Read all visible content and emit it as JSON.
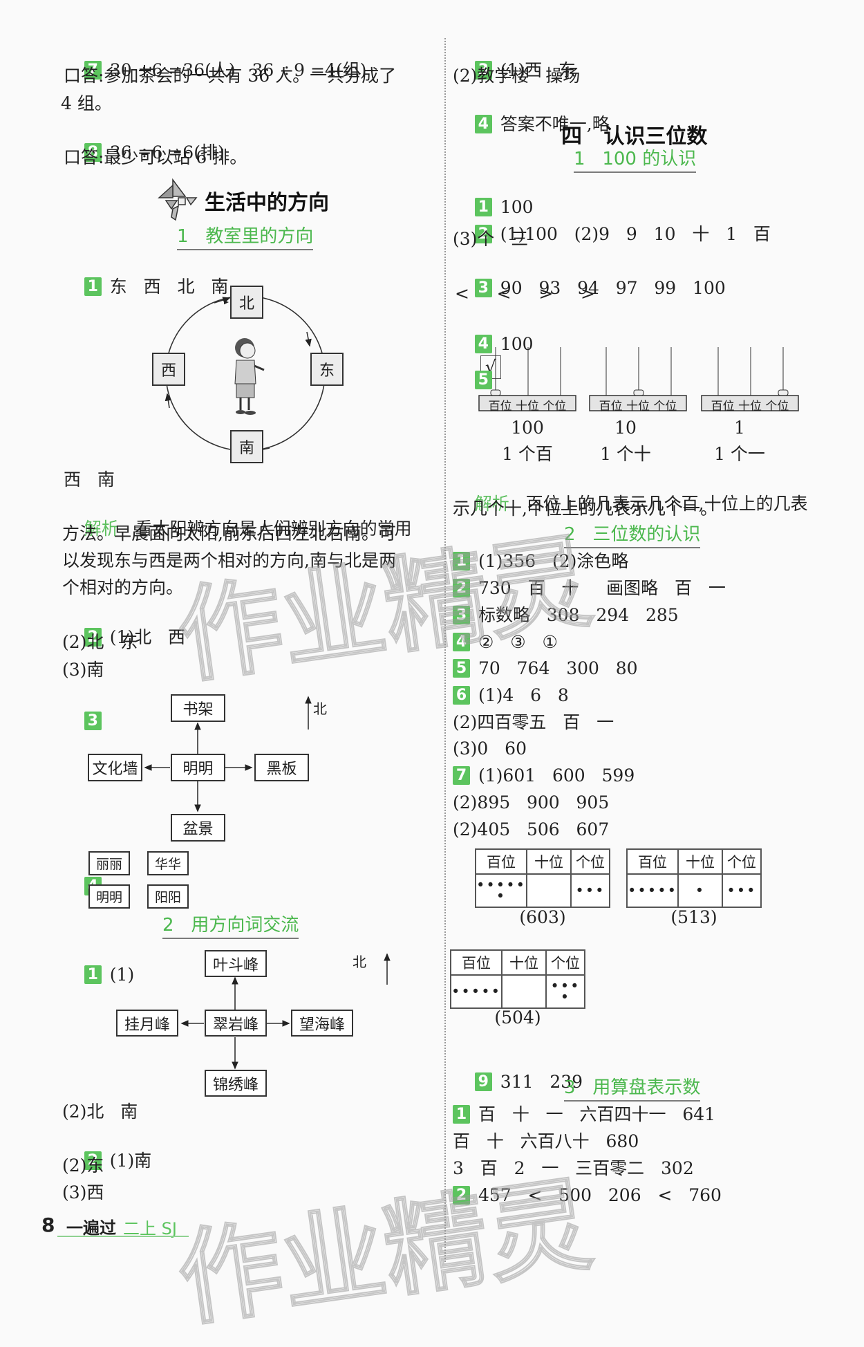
{
  "colors": {
    "accent_green": "#5cc45e",
    "text": "#222222"
  },
  "left": {
    "q7": {
      "badge": "7",
      "eq": "30 +6 =36(人)   36 ÷9 =4(组)",
      "answer1": "口答:参加茶会的一共有 36 人。一共分成了",
      "answer2": "4 组。"
    },
    "q8": {
      "badge": "8",
      "eq": "36 ÷6 =6(排)",
      "answer": "口答:最少可以站 6 排。"
    },
    "unit_title": "生活中的方向",
    "unit_icon": "tangram-icon",
    "sec1": {
      "title": "1   教室里的方向",
      "q1": {
        "badge": "1",
        "text": "东   西   北   南"
      },
      "compass": {
        "north": "北",
        "south": "南",
        "east": "东",
        "west": "西"
      },
      "q1_after": "西   南",
      "analysis_label": "解析",
      "analysis_lines": [
        "   看太阳辨方向是人们辨别方向的常用",
        "方法。早晨面向太阳,前东后西左北右南。可",
        "以发现东与西是两个相对的方向,南与北是两",
        "个相对的方向。"
      ],
      "q2": {
        "badge": "2",
        "lines": [
          "(1)北   西",
          "(2)北   东",
          "(3)南"
        ]
      },
      "q3": {
        "badge": "3",
        "center": "明明",
        "north": "书架",
        "west": "文化墙",
        "east": "黑板",
        "south": "盆景",
        "north_label": "北"
      },
      "q4": {
        "badge": "4",
        "names": [
          "丽丽",
          "华华",
          "明明",
          "阳阳"
        ]
      }
    },
    "sec2": {
      "title": "2   用方向词交流",
      "q1": {
        "badge": "1",
        "label": "(1)",
        "center": "翠岩峰",
        "north": "叶斗峰",
        "west": "挂月峰",
        "east": "望海峰",
        "south": "锦绣峰",
        "north_label": "北",
        "part2": "(2)北   南"
      },
      "q2": {
        "badge": "2",
        "lines": [
          "(1)南",
          "(2)东",
          "(3)西"
        ]
      }
    }
  },
  "right": {
    "q3": {
      "badge": "3",
      "lines": [
        "(1)西   东",
        "(2)教学楼   操场"
      ]
    },
    "q4": {
      "badge": "4",
      "text": "答案不唯一,略"
    },
    "chapter_title": "四   认识三位数",
    "sec1": {
      "title": "1   100 的认识",
      "q1": {
        "badge": "1",
        "text": "100"
      },
      "q2": {
        "badge": "2",
        "text": "(1)100   (2)9   9   10   十   1   百",
        "line2": "(3)个   三"
      },
      "q3": {
        "badge": "3",
        "text": "90   93   94   97   99   100",
        "line2": "<     <     >     >"
      },
      "q4": {
        "badge": "4",
        "text": "100",
        "check": "√"
      },
      "q5": {
        "badge": "5",
        "abacus": [
          {
            "label": "百位 十位 个位",
            "value": "100",
            "desc": "1 个百"
          },
          {
            "label": "百位 十位 个位",
            "value": "10",
            "desc": "1 个十"
          },
          {
            "label": "百位 十位 个位",
            "value": "1",
            "desc": "1 个一"
          }
        ]
      },
      "analysis_label": "解析",
      "analysis_lines": [
        "   百位上的几表示几个百,十位上的几表",
        "示几个十,个位上的几表示几个一。"
      ]
    },
    "sec2": {
      "title": "2   三位数的认识",
      "lines": [
        {
          "badge": "1",
          "text": "(1)356   (2)涂色略"
        },
        {
          "badge": "2",
          "text": "730   百   十     画图略   百   一"
        },
        {
          "badge": "3",
          "text": "标数略   308   294   285"
        },
        {
          "badge": "4",
          "text": "②   ③   ①"
        },
        {
          "badge": "5",
          "text": "70   764   300   80"
        },
        {
          "badge": "6",
          "text": "(1)4   6   8"
        },
        {
          "badge": "",
          "text": "(2)四百零五   百   一"
        },
        {
          "badge": "",
          "text": "(3)0   60"
        },
        {
          "badge": "7",
          "text": "(1)601   600   599"
        },
        {
          "badge": "",
          "text": "(2)895   900   905"
        },
        {
          "badge": "",
          "text": "(2)405   506   607"
        }
      ],
      "q8": {
        "badge": "8",
        "headers": [
          "百位",
          "十位",
          "个位"
        ],
        "tables": [
          {
            "hundreds": "•••••\n•",
            "tens": "",
            "ones": "•••",
            "answer": "(603)"
          },
          {
            "hundreds": "•••••",
            "tens": "•",
            "ones": "•••",
            "answer": "(513)"
          },
          {
            "hundreds": "•••••",
            "tens": "",
            "ones": "•••\n•",
            "answer": "(504)"
          }
        ]
      },
      "q9": {
        "badge": "9",
        "text": "311   239"
      }
    },
    "sec3": {
      "title": "3   用算盘表示数",
      "lines": [
        {
          "badge": "1",
          "text": "百   十   一   六百四十一   641"
        },
        {
          "badge": "",
          "text": "百   十   六百八十   680"
        },
        {
          "badge": "",
          "text": "3   百   2   一   三百零二   302"
        },
        {
          "badge": "2",
          "text": "457   <   500   206   <   760"
        }
      ]
    }
  },
  "footer": {
    "page_number": "8",
    "brand": "一遍过",
    "grade": "二上 SJ"
  },
  "watermark": {
    "text": "作业精灵"
  }
}
